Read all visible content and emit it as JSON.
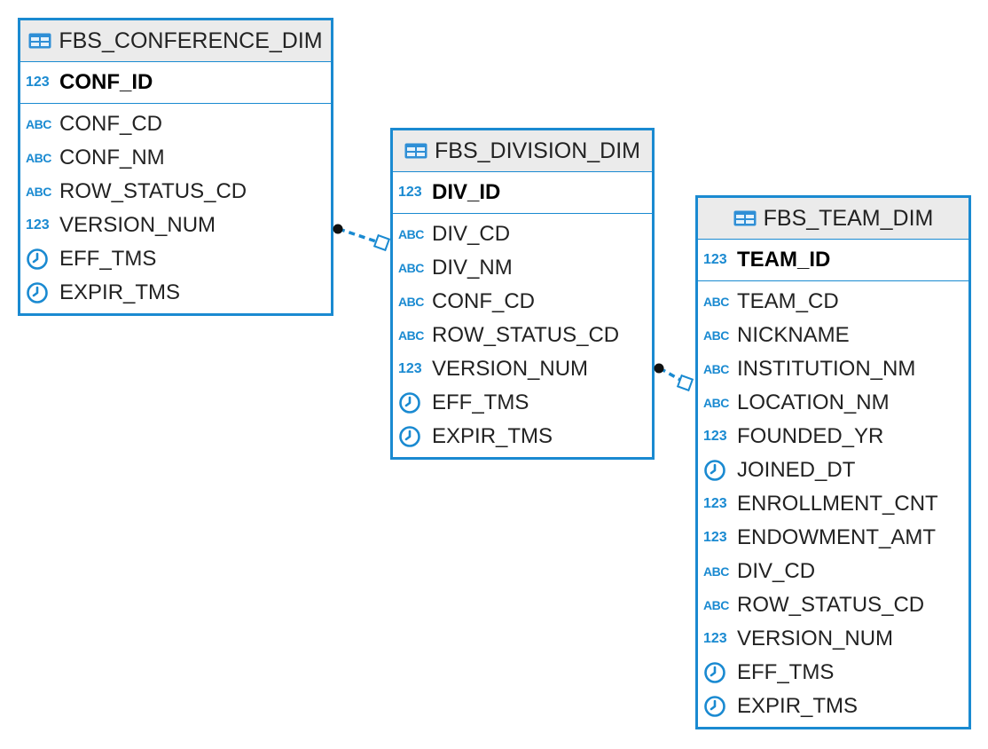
{
  "entities": [
    {
      "name": "FBS_CONFERENCE_DIM",
      "pk": [
        {
          "type": "123",
          "name": "CONF_ID"
        }
      ],
      "columns": [
        {
          "type": "ABC",
          "name": "CONF_CD"
        },
        {
          "type": "ABC",
          "name": "CONF_NM"
        },
        {
          "type": "ABC",
          "name": "ROW_STATUS_CD"
        },
        {
          "type": "123",
          "name": "VERSION_NUM"
        },
        {
          "type": "clock",
          "name": "EFF_TMS"
        },
        {
          "type": "clock",
          "name": "EXPIR_TMS"
        }
      ]
    },
    {
      "name": "FBS_DIVISION_DIM",
      "pk": [
        {
          "type": "123",
          "name": "DIV_ID"
        }
      ],
      "columns": [
        {
          "type": "ABC",
          "name": "DIV_CD"
        },
        {
          "type": "ABC",
          "name": "DIV_NM"
        },
        {
          "type": "ABC",
          "name": "CONF_CD"
        },
        {
          "type": "ABC",
          "name": "ROW_STATUS_CD"
        },
        {
          "type": "123",
          "name": "VERSION_NUM"
        },
        {
          "type": "clock",
          "name": "EFF_TMS"
        },
        {
          "type": "clock",
          "name": "EXPIR_TMS"
        }
      ]
    },
    {
      "name": "FBS_TEAM_DIM",
      "pk": [
        {
          "type": "123",
          "name": "TEAM_ID"
        }
      ],
      "columns": [
        {
          "type": "ABC",
          "name": "TEAM_CD"
        },
        {
          "type": "ABC",
          "name": "NICKNAME"
        },
        {
          "type": "ABC",
          "name": "INSTITUTION_NM"
        },
        {
          "type": "ABC",
          "name": "LOCATION_NM"
        },
        {
          "type": "123",
          "name": "FOUNDED_YR"
        },
        {
          "type": "clock",
          "name": "JOINED_DT"
        },
        {
          "type": "123",
          "name": "ENROLLMENT_CNT"
        },
        {
          "type": "123",
          "name": "ENDOWMENT_AMT"
        },
        {
          "type": "ABC",
          "name": "DIV_CD"
        },
        {
          "type": "ABC",
          "name": "ROW_STATUS_CD"
        },
        {
          "type": "123",
          "name": "VERSION_NUM"
        },
        {
          "type": "clock",
          "name": "EFF_TMS"
        },
        {
          "type": "clock",
          "name": "EXPIR_TMS"
        }
      ]
    }
  ],
  "colors": {
    "accent": "#1a8ad1",
    "header_bg": "#ebebeb",
    "connector": "#1a8ad1"
  }
}
